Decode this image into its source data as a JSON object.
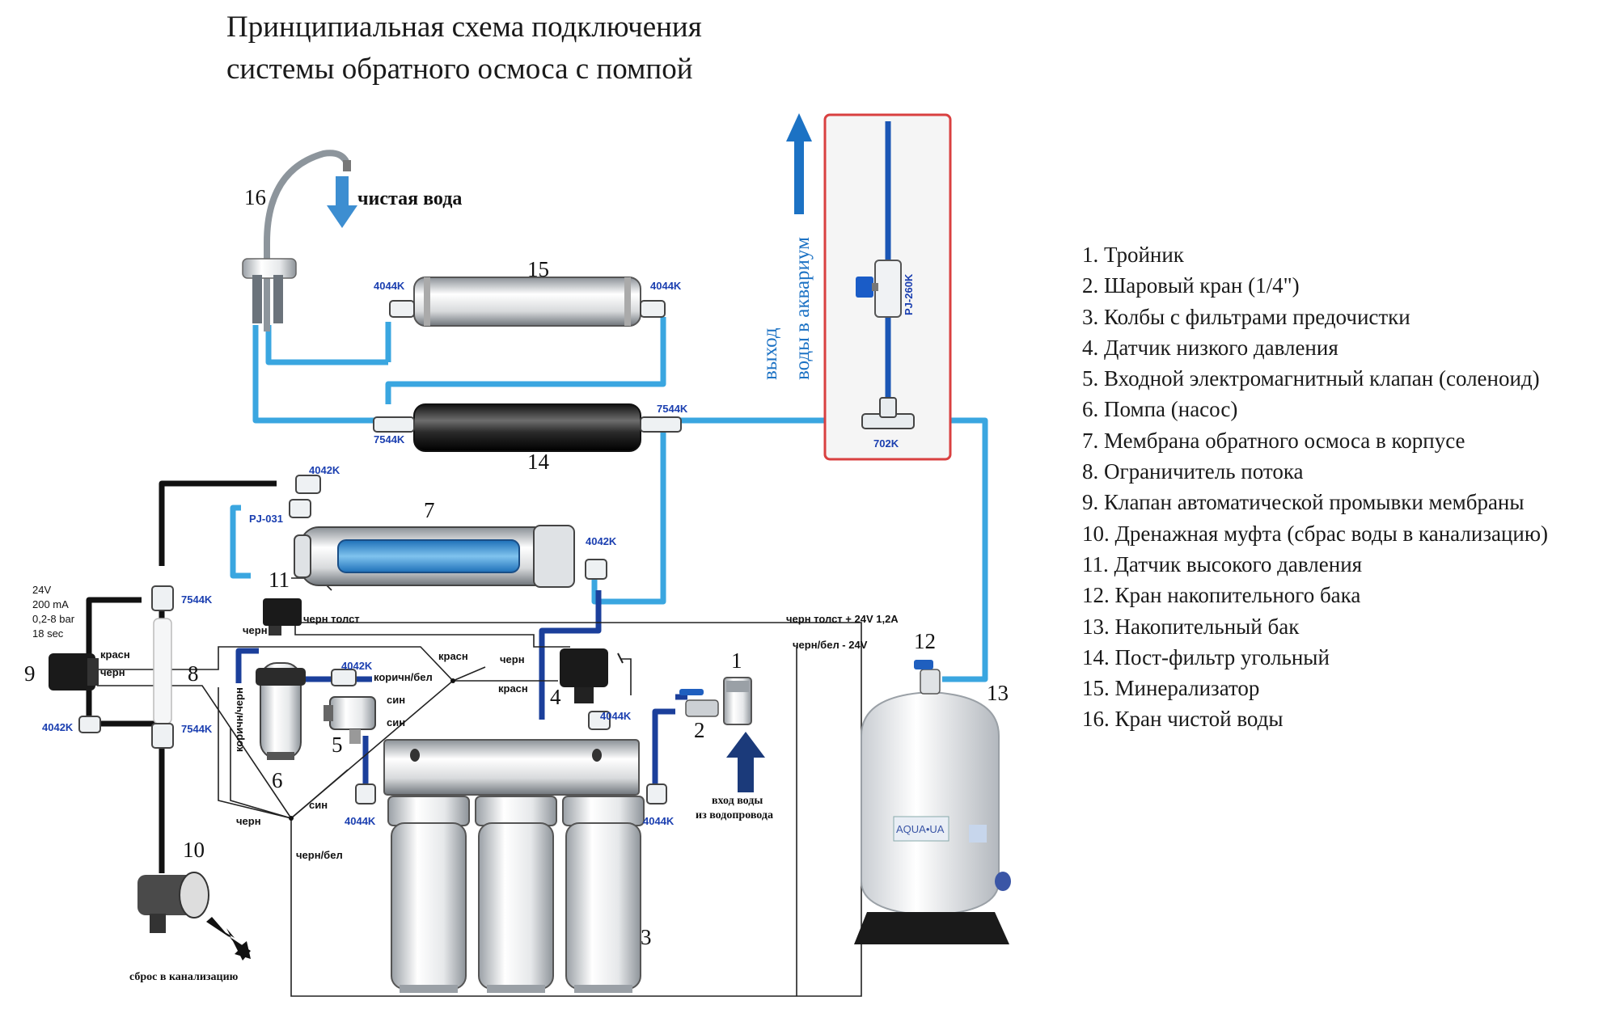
{
  "title": {
    "line1": "Принципиальная схема подключения",
    "line2": "системы обратного осмоса с помпой"
  },
  "legend": [
    "1. Тройник",
    "2. Шаровый кран (1/4\")",
    "3. Колбы с фильтрами предочистки",
    "4. Датчик низкого давления",
    "5. Входной электромагнитный клапан (соленоид)",
    "6. Помпа (насос)",
    "7. Мембрана обратного осмоса в корпусе",
    "8. Ограничитель потока",
    "9. Клапан автоматической промывки мембраны",
    "10. Дренажная муфта (сбрас воды в канализацию)",
    "11. Датчик высокого давления",
    "12. Кран накопительного бака",
    "13. Накопительный бак",
    "14. Пост-фильтр угольный",
    "15. Минерализатор",
    "16. Кран чистой воды"
  ],
  "numbers": {
    "n1": "1",
    "n2": "2",
    "n3": "3",
    "n4": "4",
    "n5": "5",
    "n6": "6",
    "n7": "7",
    "n8": "8",
    "n9": "9",
    "n10": "10",
    "n11": "11",
    "n12": "12",
    "n13": "13",
    "n14": "14",
    "n15": "15",
    "n16": "16"
  },
  "fittings": {
    "f15l": "4044K",
    "f15r": "4044K",
    "f14l": "7544K",
    "f14r": "7544K",
    "f702": "702K",
    "fpj260": "PJ-260K",
    "f4042top": "4042K",
    "fpj031": "PJ-031",
    "f4042mem": "4042K",
    "f7544up": "7544K",
    "f4042pump": "4042K",
    "f4042left": "4042K",
    "f7544down": "7544K",
    "f4044sol": "4044K",
    "f4044lp": "4044K",
    "f4044in": "4044K"
  },
  "labels": {
    "clean_water": "чистая вода",
    "aquarium1": "выход",
    "aquarium2": "воды в аквариум",
    "water_in1": "вход воды",
    "water_in2": "из водопровода",
    "drain": "сброс в канализацию",
    "spec1": "24V",
    "spec2": "200 mA",
    "spec3": "0,2-8 bar",
    "spec4": "18 sec",
    "tank_brand": "AQUA•UA"
  },
  "wires": {
    "w_chern_thick": "черн толст",
    "w_chern1": "черн",
    "w_24v": "черн толст   + 24V  1,2А",
    "w_minus": "черн/бел    - 24V",
    "w_krasn1": "красн",
    "w_krasn2": "красн",
    "w_krasn3": "красн",
    "w_chern2": "черн",
    "w_chern3": "черн",
    "w_korich_bel": "коричн/бел",
    "w_sin1": "син",
    "w_sin2": "син",
    "w_sin3": "син",
    "w_korich_chern": "коричн/черн",
    "w_chern4": "черн",
    "w_chern_bel": "черн/бел"
  },
  "colors": {
    "pipe_light": "#3aa6e0",
    "pipe_dark": "#1b3f9b",
    "pipe_black": "#111111",
    "arrow": "#1c72c4",
    "fitting_label": "#1b3fb0",
    "highlight_box": "#d94040"
  }
}
